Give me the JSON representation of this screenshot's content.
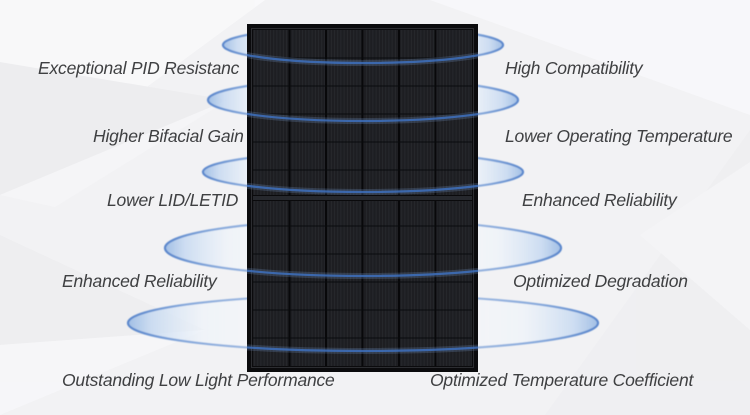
{
  "diagram": {
    "subject_icon": "all-black-solar-panel",
    "description_visible_text_only": "",
    "features": {
      "left": [
        {
          "label": "Exceptional PID Resistanc"
        },
        {
          "label": "Higher Bifacial Gain"
        },
        {
          "label": "Lower LID/LETID"
        },
        {
          "label": "Enhanced Reliability"
        },
        {
          "label": "Outstanding Low Light Performance"
        }
      ],
      "right": [
        {
          "label": "High Compatibility"
        },
        {
          "label": "Lower Operating Temperature"
        },
        {
          "label": "Enhanced Reliability"
        },
        {
          "label": "Optimized Degradation"
        },
        {
          "label": "Optimized Temperature Coefficient"
        }
      ]
    }
  },
  "colors": {
    "background": "#f2f2f4",
    "text": "#3f4042",
    "ring_rim_blue": "#6b92cf",
    "ring_arc_blue": "#3e73c5",
    "ring_fill_light": "#dfe9f6",
    "panel_frame": "#0b0b0d",
    "panel_cell": "#1d1e22"
  }
}
